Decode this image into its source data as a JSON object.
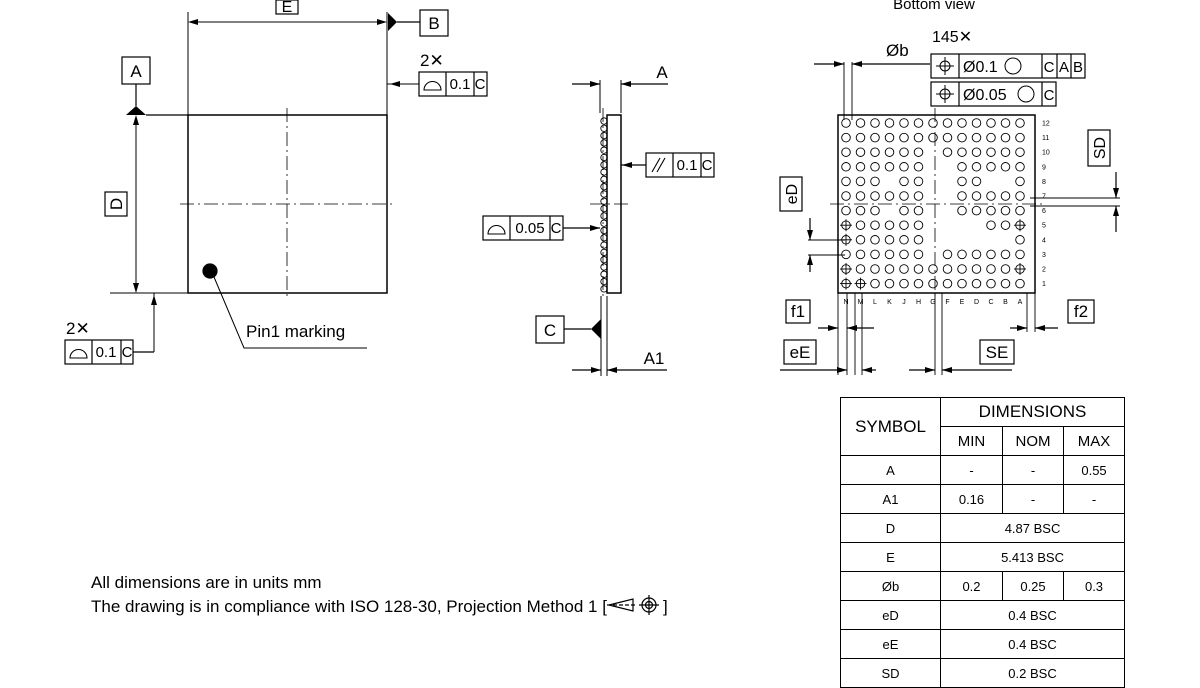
{
  "view_labels": {
    "bottom_view": "Bottom view"
  },
  "top_view": {
    "dim_E": "E",
    "dim_D": "D",
    "datum_A": "A",
    "datum_B": "B",
    "multiplier_top": "2✕",
    "flatness_top": "0.1",
    "flatness_top_ref": "C",
    "multiplier_bottom": "2✕",
    "flatness_bottom": "0.1",
    "flatness_bottom_ref": "C",
    "pin1_label": "Pin1 marking"
  },
  "side_view": {
    "dim_A": "A",
    "dim_A1": "A1",
    "parallelism_value": "0.1",
    "parallelism_ref": "C",
    "profile_value": "0.05",
    "profile_ref": "C",
    "datum_C": "C"
  },
  "bottom_view": {
    "ball_count": "145✕",
    "dim_b": "Øb",
    "pos_tol_1": "Ø0.1",
    "pos_tol_1_refs": [
      "C",
      "A",
      "B"
    ],
    "pos_tol_2": "Ø0.05",
    "pos_tol_2_refs": [
      "C"
    ],
    "dim_eD": "eD",
    "dim_SD": "SD",
    "dim_f1": "f1",
    "dim_f2": "f2",
    "dim_eE": "eE",
    "dim_SE": "SE",
    "columns": [
      "N",
      "M",
      "L",
      "K",
      "J",
      "H",
      "G",
      "F",
      "E",
      "D",
      "C",
      "B",
      "A"
    ],
    "rows": [
      "12",
      "11",
      "10",
      "9",
      "8",
      "7",
      "6",
      "5",
      "4",
      "3",
      "2",
      "1"
    ]
  },
  "notes": {
    "units": "All dimensions are in units mm",
    "compliance": "The drawing is in compliance with ISO 128-30, Projection Method 1 [",
    "compliance_end": "]"
  },
  "table": {
    "header_symbol": "SYMBOL",
    "header_dimensions": "DIMENSIONS",
    "header_min": "MIN",
    "header_nom": "NOM",
    "header_max": "MAX",
    "rows": [
      {
        "symbol": "A",
        "min": "-",
        "nom": "-",
        "max": "0.55"
      },
      {
        "symbol": "A1",
        "min": "0.16",
        "nom": "-",
        "max": "-"
      },
      {
        "symbol": "D",
        "span": "4.87 BSC"
      },
      {
        "symbol": "E",
        "span": "5.413 BSC"
      },
      {
        "symbol": "Øb",
        "min": "0.2",
        "nom": "0.25",
        "max": "0.3"
      },
      {
        "symbol": "eD",
        "span": "0.4 BSC"
      },
      {
        "symbol": "eE",
        "span": "0.4 BSC"
      },
      {
        "symbol": "SD",
        "span": "0.2 BSC"
      }
    ]
  }
}
